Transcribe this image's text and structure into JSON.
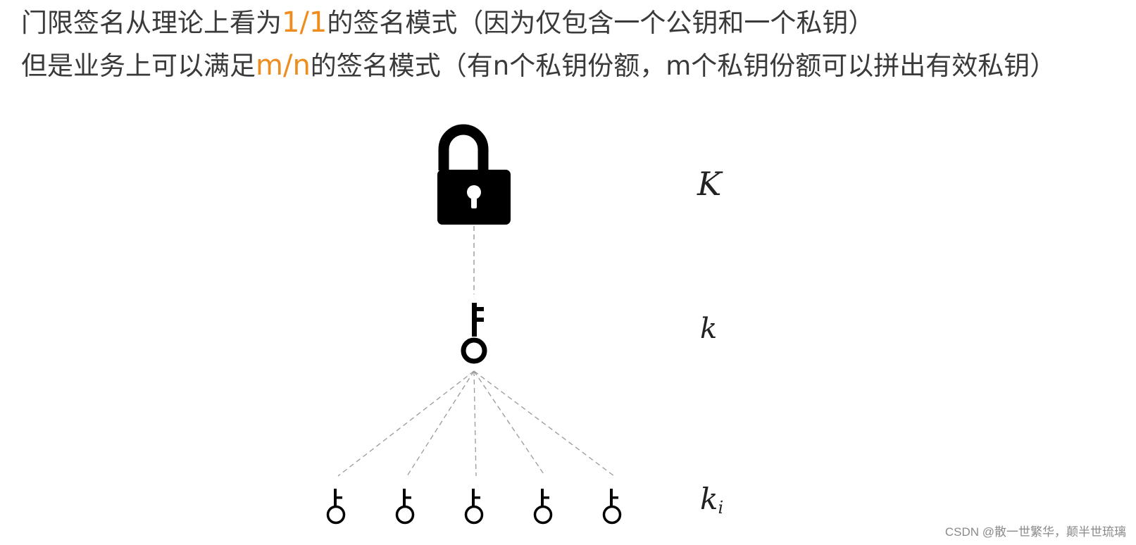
{
  "header": {
    "line1_before": "门限签名从理论上看为",
    "line1_highlight": "1/1",
    "line1_after": "的签名模式（因为仅包含一个公钥和一个私钥）",
    "line2_before": "但是业务上可以满足",
    "line2_highlight": "m/n",
    "line2_after": "的签名模式（有n个私钥份额，m个私钥份额可以拼出有效私钥）"
  },
  "labels": {
    "public_key": "K",
    "private_key": "k",
    "share_base": "k",
    "share_sub": "i"
  },
  "diagram": {
    "share_count": 5
  },
  "colors": {
    "accent": "#ee8d1e",
    "text": "#3a3a3a",
    "icon": "#000000",
    "dashed_line": "#999999"
  },
  "icons": {
    "lock": "padlock-icon",
    "key": "key-icon",
    "share": "key-share-icon"
  },
  "watermark": "CSDN @散一世繁华，颠半世琉璃"
}
